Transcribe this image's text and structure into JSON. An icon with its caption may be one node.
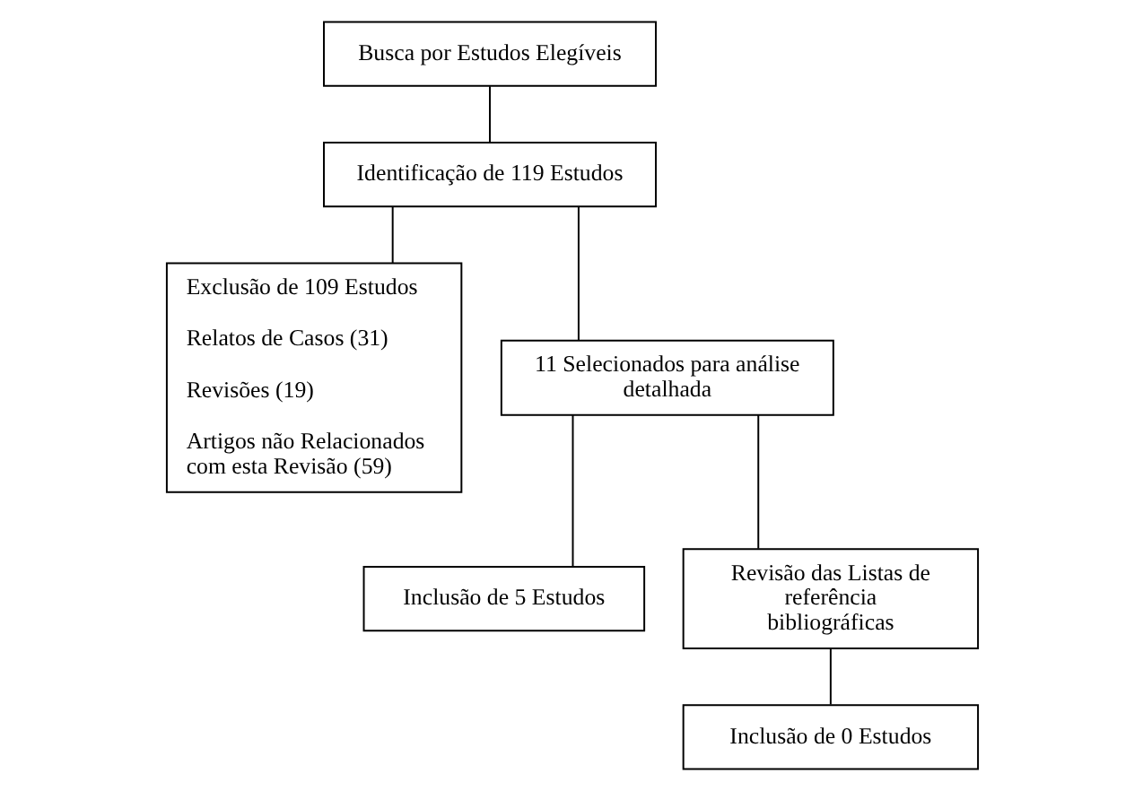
{
  "diagram": {
    "nodes": [
      {
        "text": [
          "Busca por Estudos Elegíveis"
        ]
      },
      {
        "text": [
          "Identificação de 119 Estudos"
        ]
      },
      {
        "text": [
          "Exclusão de 109 Estudos",
          "Relatos de Casos (31)",
          "Revisões (19)",
          "Artigos não Relacionados com esta Revisão (59)"
        ]
      },
      {
        "text": [
          "11 Selecionados para análise detalhada"
        ]
      },
      {
        "text": [
          "Inclusão de 5 Estudos"
        ]
      },
      {
        "text": [
          "Revisão das Listas de referência bibliográficas"
        ]
      },
      {
        "text": [
          "Inclusão de 0 Estudos"
        ]
      }
    ],
    "edges": [
      {
        "from": 0,
        "to": 1,
        "arrow": "none"
      },
      {
        "from": 1,
        "to": 2,
        "arrow": "none"
      },
      {
        "from": 1,
        "to": 3,
        "arrow": "none"
      },
      {
        "from": 3,
        "to": 4,
        "arrow": "none"
      },
      {
        "from": 3,
        "to": 5,
        "arrow": "none"
      },
      {
        "from": 5,
        "to": 6,
        "arrow": "none"
      }
    ]
  }
}
